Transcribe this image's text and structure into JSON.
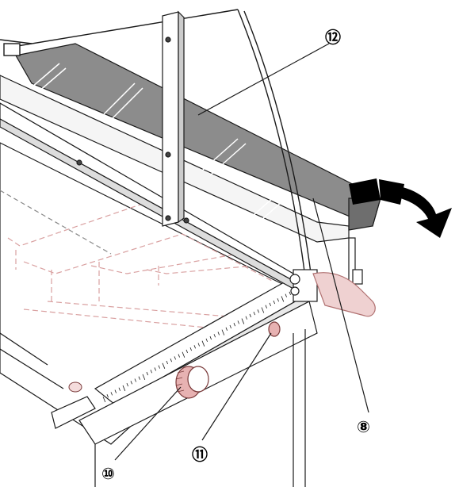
{
  "diagram": {
    "callouts": [
      {
        "id": "part-12",
        "label": "⑫"
      },
      {
        "id": "part-8",
        "label": "⑧"
      },
      {
        "id": "part-10",
        "label": "⑩"
      },
      {
        "id": "part-11",
        "label": "⑪"
      }
    ],
    "colors": {
      "line": "#1a1a1a",
      "guard_fill": "#8c8c8c",
      "guard_dark": "#6e6e6e",
      "metal_light": "#f2f2f2",
      "pink_line": "#d9a0a0",
      "pink_part": "#e7b2b2",
      "arrow_black": "#000000"
    },
    "icons": [
      "rotation-arrow-icon"
    ]
  }
}
